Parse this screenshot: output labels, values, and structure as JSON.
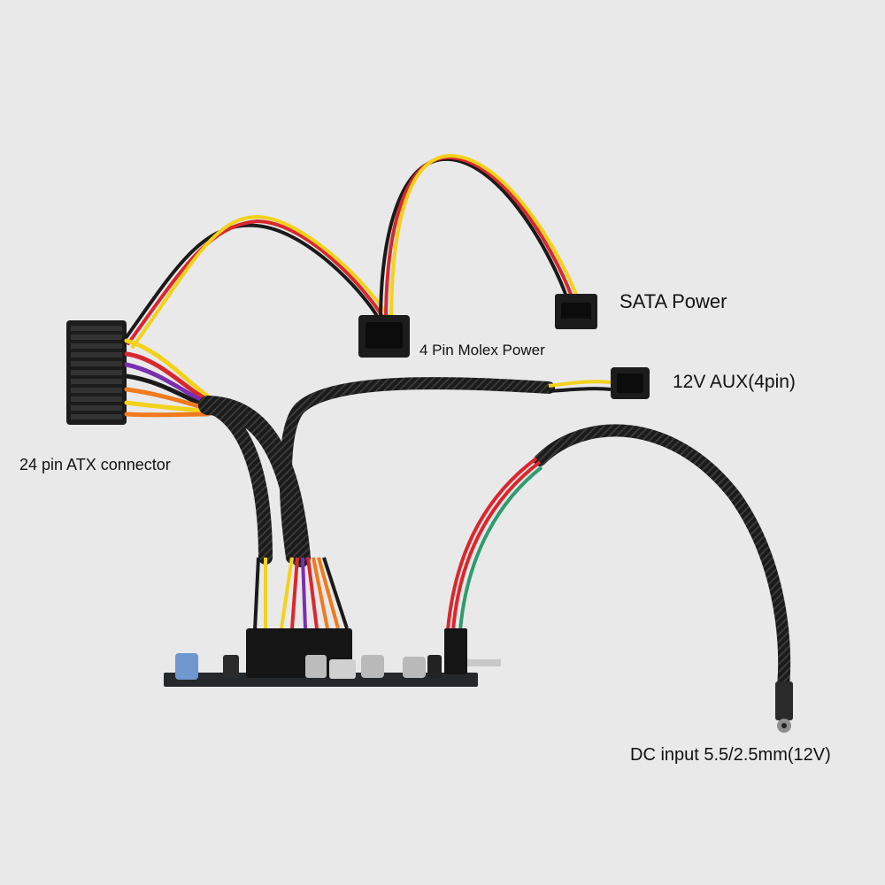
{
  "labels": {
    "sata": "SATA Power",
    "molex": "4 Pin Molex Power",
    "aux": "12V AUX(4pin)",
    "atx": "24 pin ATX connector",
    "dc": "DC input 5.5/2.5mm(12V)"
  },
  "colors": {
    "background": "#e9e9ea",
    "sleeve": "#1b1b1b",
    "wire_red": "#d8282e",
    "wire_yellow": "#f2d21b",
    "wire_black": "#1a1a1a",
    "wire_orange": "#f07a1c",
    "wire_purple": "#7a2fb0",
    "wire_green": "#2e9c6e",
    "pcb": "#26292b"
  }
}
